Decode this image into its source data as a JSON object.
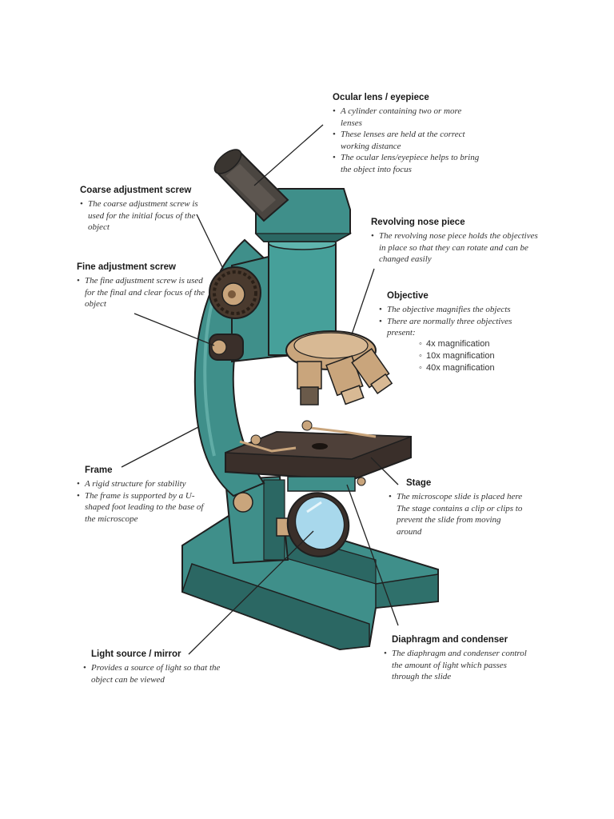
{
  "colors": {
    "body_teal": "#3f8f8a",
    "body_dark": "#2b6763",
    "stage_dark": "#3a2f2a",
    "knob_brown": "#4a3a2e",
    "nosepiece_tan": "#c9a57c",
    "mirror_blue": "#a8d8ec",
    "leader_line": "#222222"
  },
  "labels": {
    "ocular": {
      "title": "Ocular lens / eyepiece",
      "bullets": [
        "A cylinder containing two or more lenses",
        "These lenses are held at the correct working distance",
        "The ocular lens/eyepiece helps to bring the object into focus"
      ]
    },
    "coarse": {
      "title": "Coarse adjustment screw",
      "bullets": [
        "The coarse adjustment screw is used for the initial focus of the object"
      ]
    },
    "revolving": {
      "title": "Revolving nose piece",
      "bullets": [
        "The revolving nose piece holds the objectives in place so that they can rotate and can be changed easily"
      ]
    },
    "fine": {
      "title": "Fine adjustment screw",
      "bullets": [
        "The fine adjustment screw is used for the final and clear focus of the object"
      ]
    },
    "objective": {
      "title": "Objective",
      "bullets": [
        "The objective magnifies the objects",
        "There are normally three objectives present:"
      ],
      "magnifications": [
        "4x magnification",
        "10x magnification",
        "40x magnification"
      ]
    },
    "frame": {
      "title": "Frame",
      "bullets": [
        "A rigid structure for stability",
        "The frame is supported by a U-shaped foot leading to the base of the microscope"
      ]
    },
    "stage": {
      "title": "Stage",
      "bullets": [
        "The microscope slide is placed here"
      ],
      "extra": "The stage contains a clip or clips to prevent the slide from moving around"
    },
    "light": {
      "title": "Light source / mirror",
      "bullets": [
        "Provides a source of light so that the object can be viewed"
      ]
    },
    "diaphragm": {
      "title": "Diaphragm and condenser",
      "bullets": [
        "The diaphragm and condenser control the amount of light which passes through the slide"
      ]
    }
  }
}
